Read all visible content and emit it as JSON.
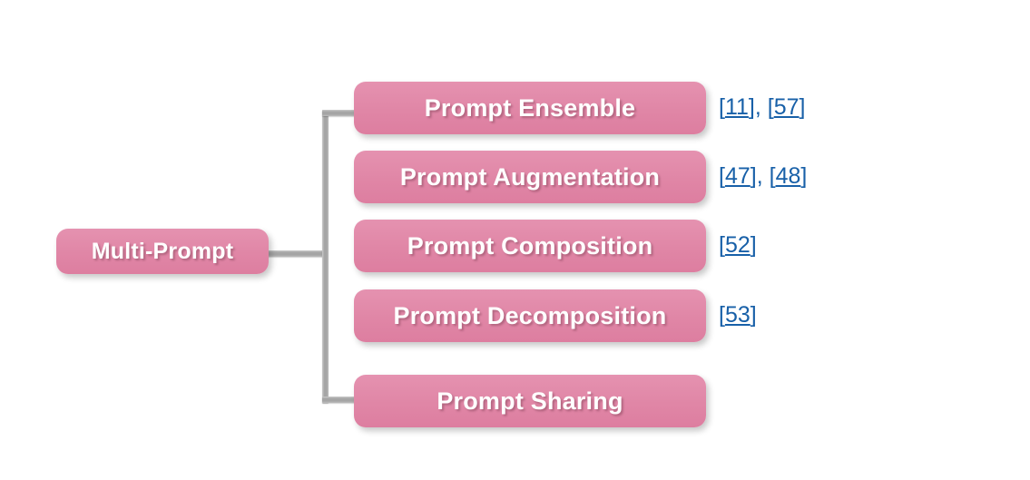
{
  "diagram": {
    "type": "tree-taxonomy",
    "root": {
      "label": "Multi-Prompt"
    },
    "children": [
      {
        "label": "Prompt Ensemble",
        "citations": [
          "11",
          "57"
        ]
      },
      {
        "label": "Prompt Augmentation",
        "citations": [
          "47",
          "48"
        ]
      },
      {
        "label": "Prompt Composition",
        "citations": [
          "52"
        ]
      },
      {
        "label": "Prompt Decomposition",
        "citations": [
          "53"
        ]
      },
      {
        "label": "Prompt Sharing",
        "citations": []
      }
    ],
    "colors": {
      "node_fill": "#e086a6",
      "node_text": "#ffffff",
      "connector": "#a9a9a9",
      "citation_link": "#1860a8",
      "background": "#ffffff"
    }
  },
  "citation_text": {
    "c0": "[11], [57]",
    "c1": "[47], [48]",
    "c2": "[52]",
    "c3": "[53]"
  }
}
